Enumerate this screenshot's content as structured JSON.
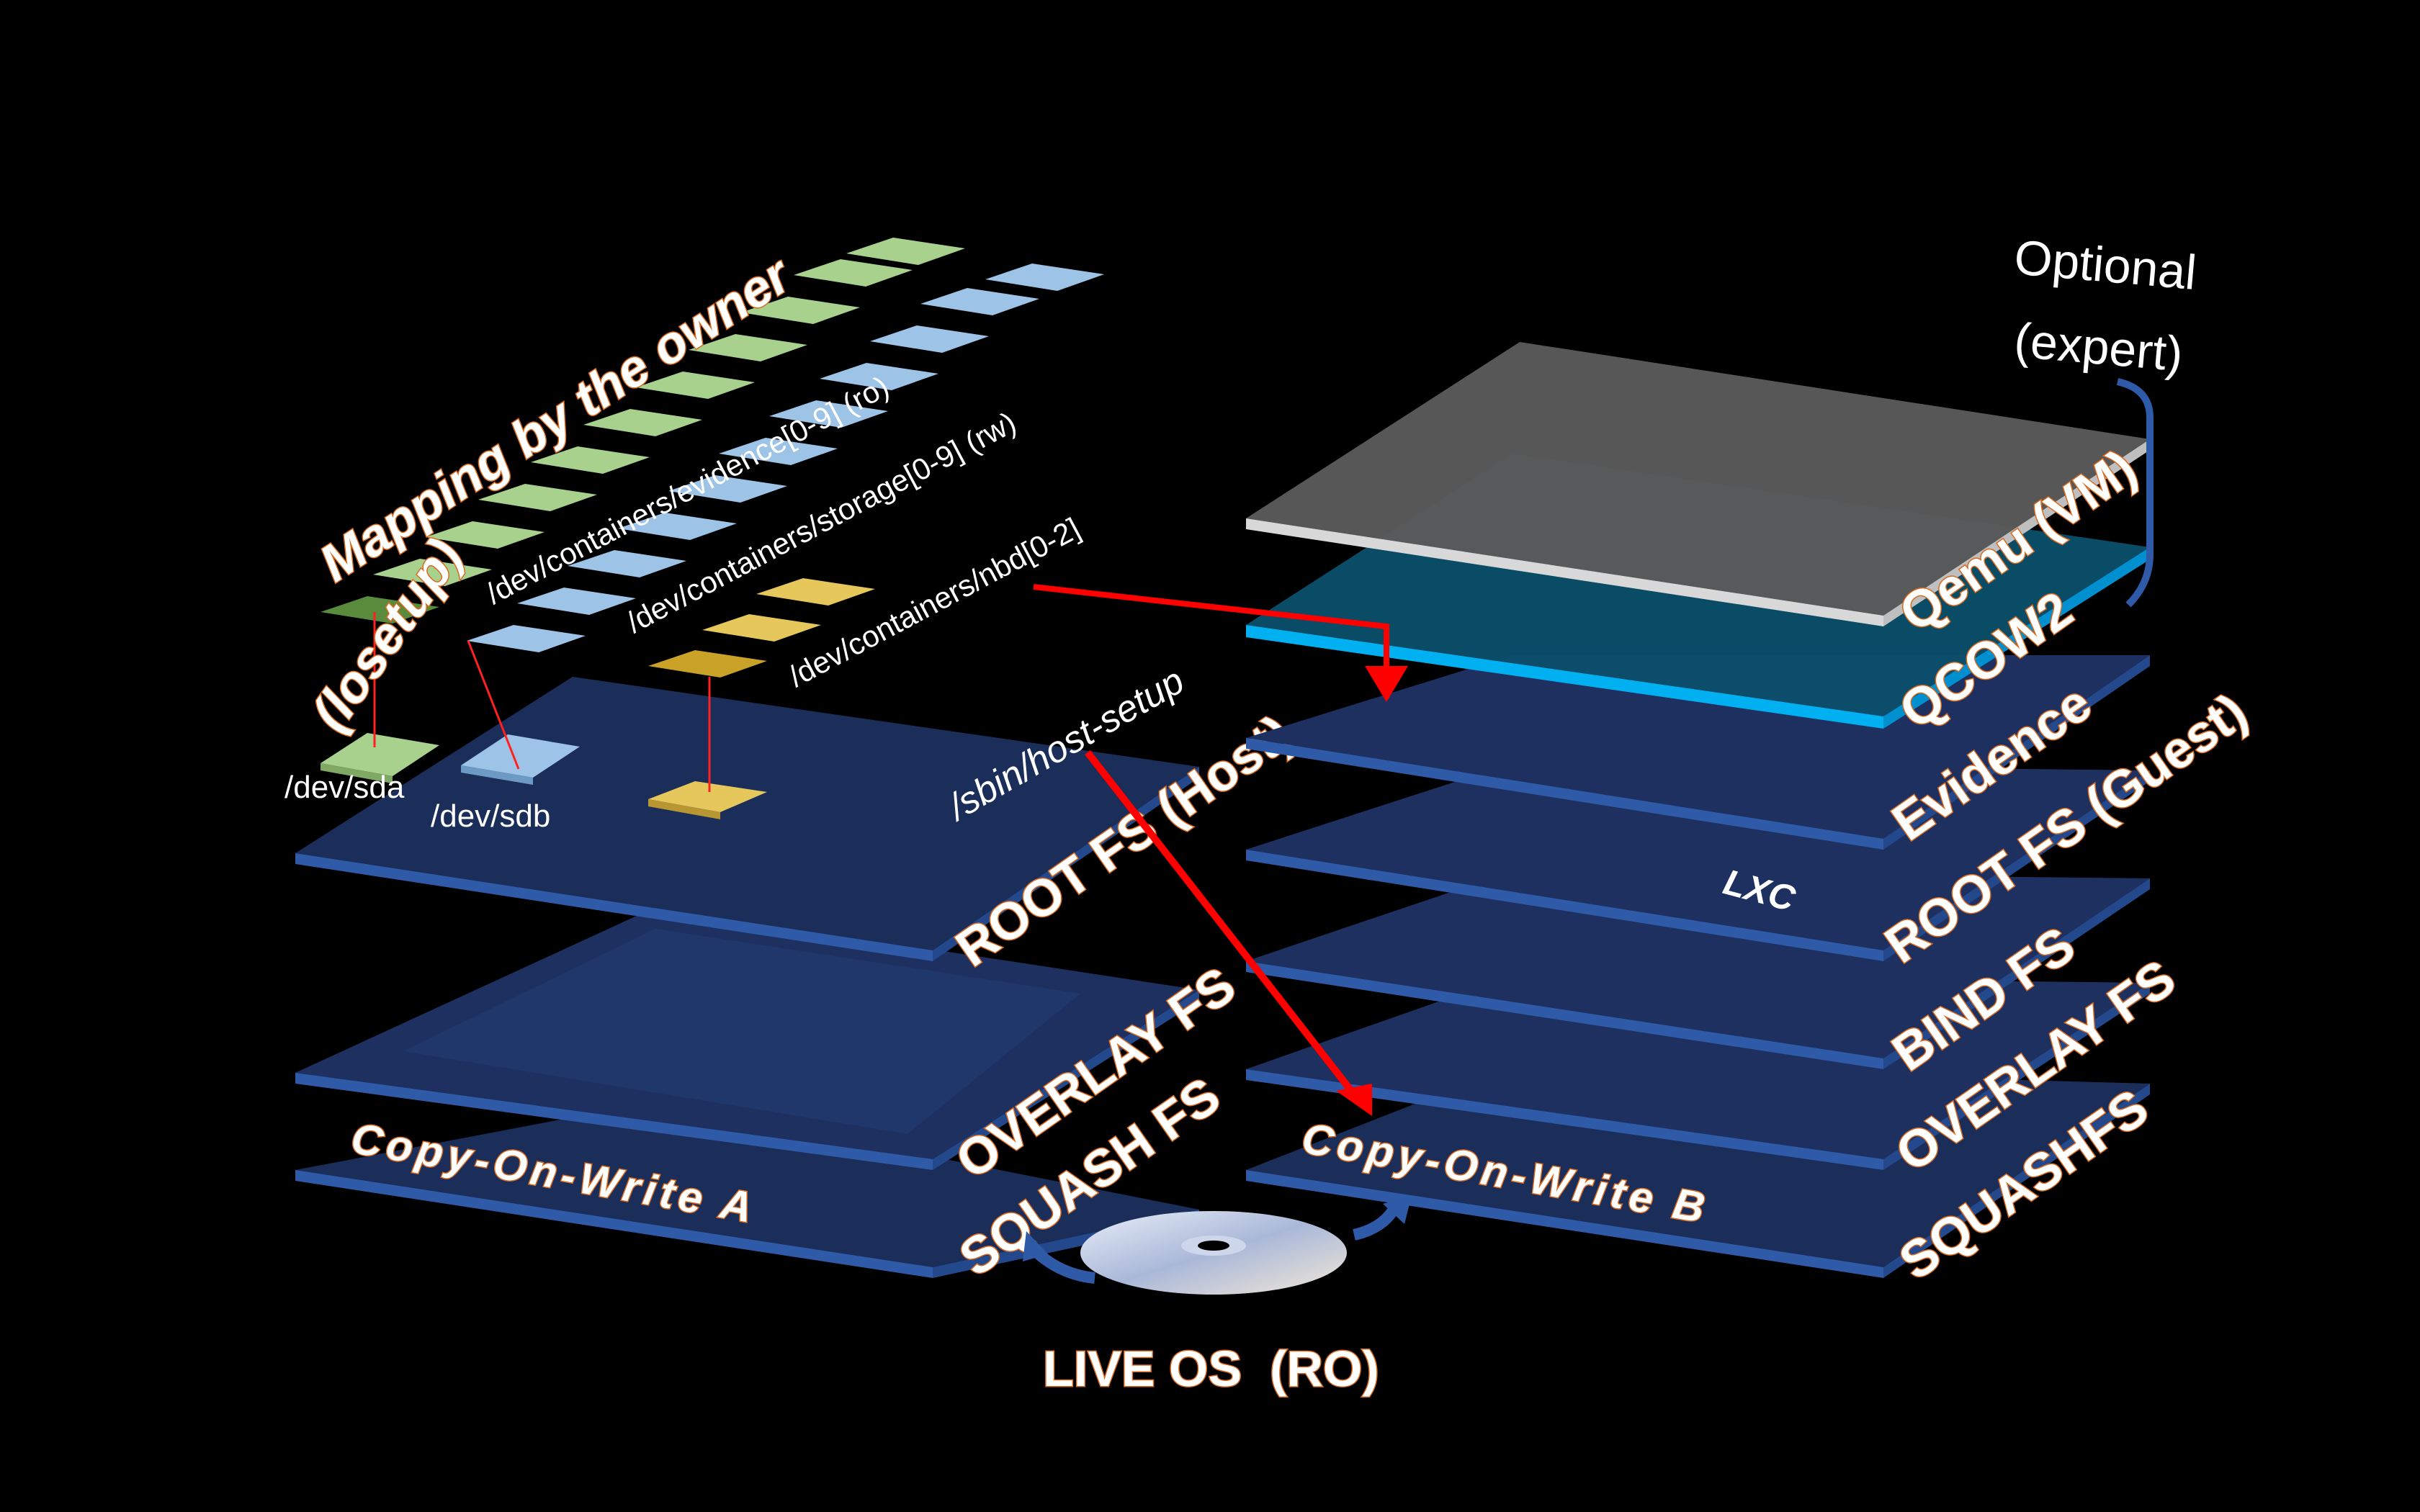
{
  "left_stack": {
    "root_fs": "ROOT FS (Host)",
    "overlay_fs": "OVERLAY FS",
    "squash_fs": "SQUASH FS",
    "cow": "Copy-On-Write A",
    "host_setup": "/sbin/host-setup",
    "dev_sda": "/dev/sda",
    "dev_sdb": "/dev/sdb"
  },
  "mapping": {
    "title": "Mapping by the owner",
    "losetup": "(losetup)",
    "evidence_path": "/dev/containers/evidence[0-9] (ro)",
    "storage_path": "/dev/containers/storage[0-9] (rw)",
    "nbd_path": "/dev/containers/nbd[0-2]"
  },
  "right_stack": {
    "optional": "Optional",
    "expert": "(expert)",
    "qemu": "Qemu (VM)",
    "qcow2": "QCOW2",
    "evidence": "Evidence",
    "lxc": "LXC",
    "root_fs_guest": "ROOT FS (Guest)",
    "bind_fs": "BIND FS",
    "overlay_fs": "OVERLAY FS",
    "squashfs": "SQUASHFS",
    "cow": "Copy-On-Write B"
  },
  "live_os": "LIVE OS  (RO)",
  "colors": {
    "layer_fill": "#1b2d59",
    "layer_edge": "#3a66b8",
    "green_block": "#a9d18e",
    "blue_block": "#9dc3e6",
    "yellow_block": "#e6c75b",
    "arrow_red": "#ff0000",
    "qemu_gray": "#5a5a5a",
    "qcow_cyan": "#0b5f7a"
  }
}
